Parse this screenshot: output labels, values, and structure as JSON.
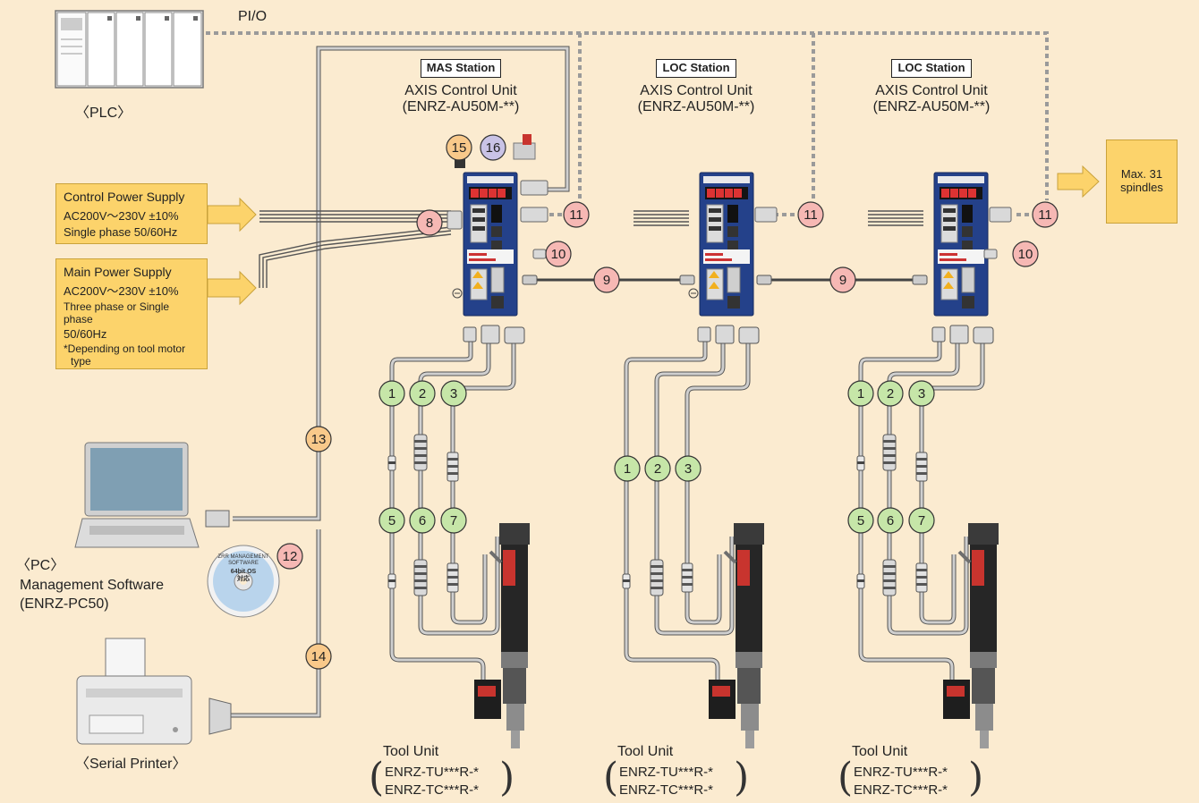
{
  "title": "",
  "pio_label": "PI/O",
  "plc_label": "〈PLC〉",
  "pc": {
    "label": "〈PC〉",
    "software_line1": "Management Software",
    "software_line2": "(ENRZ-PC50)"
  },
  "printer_label": "〈Serial Printer〉",
  "control_power": {
    "title": "Control Power Supply",
    "line1": "AC200V～230V ±10%",
    "line2": "Single phase 50/60Hz"
  },
  "main_power": {
    "title": "Main Power Supply",
    "line1": "AC200V～230V ±10%",
    "line2": "Three phase or Single phase",
    "line3": "50/60Hz",
    "note1": "*Depending on tool motor",
    "note2": "type"
  },
  "max_spindles": {
    "line1": "Max. 31",
    "line2": "spindles"
  },
  "stations": [
    {
      "badge": "MAS Station",
      "unit": "AXIS Control Unit",
      "model": "(ENRZ-AU50M-**)"
    },
    {
      "badge": "LOC Station",
      "unit": "AXIS Control Unit",
      "model": "(ENRZ-AU50M-**)"
    },
    {
      "badge": "LOC Station",
      "unit": "AXIS Control Unit",
      "model": "(ENRZ-AU50M-**)"
    }
  ],
  "tool_units": [
    {
      "title": "Tool Unit",
      "line1": "ENRZ-TU***R-*",
      "line2": "ENRZ-TC***R-*"
    },
    {
      "title": "Tool Unit",
      "line1": "ENRZ-TU***R-*",
      "line2": "ENRZ-TC***R-*"
    },
    {
      "title": "Tool Unit",
      "line1": "ENRZ-TU***R-*",
      "line2": "ENRZ-TC***R-*"
    }
  ],
  "cd_label": {
    "line1": "ZRR MANAGEMENT",
    "line2": "SOFTWARE",
    "line3": "64bit OS",
    "line4": "対応"
  },
  "callouts": {
    "c1": "1",
    "c2": "2",
    "c3": "3",
    "c5": "5",
    "c6": "6",
    "c7": "7",
    "c8": "8",
    "c9": "9",
    "c10": "10",
    "c11": "11",
    "c12": "12",
    "c13": "13",
    "c14": "14",
    "c15": "15",
    "c16": "16"
  },
  "colors": {
    "background": "#fbebd0",
    "green_callout": "#c6e6a8",
    "pink_callout": "#f6b8b4",
    "orange_callout": "#f9c98a",
    "purple_callout": "#c9c3e6",
    "yellow_box": "#fcd36b",
    "unit_blue": "#24418a"
  }
}
